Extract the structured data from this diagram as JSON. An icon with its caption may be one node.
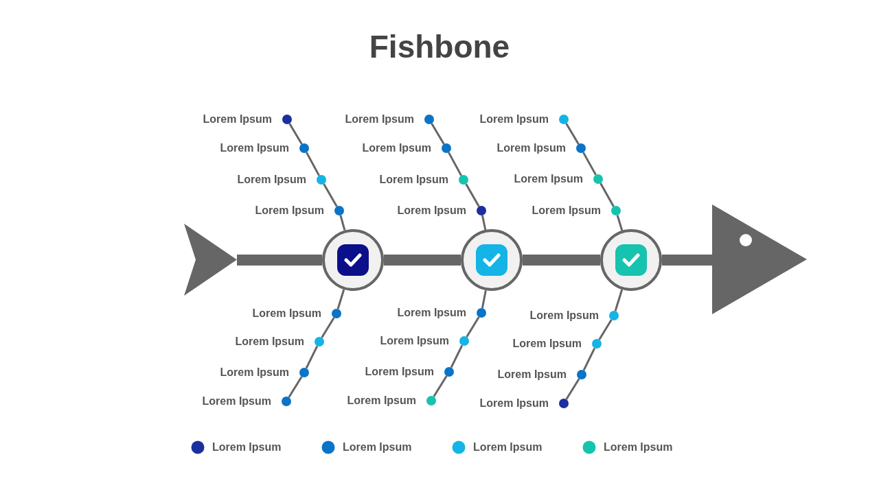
{
  "diagram": {
    "title": "Fishbone",
    "nodes": [
      {
        "text": [],
        "shape": "triangle"
      },
      {
        "text": [],
        "shape": "circle"
      },
      {
        "text": [],
        "shape": "circle"
      },
      {
        "text": [],
        "shape": "circle"
      },
      {
        "text": [],
        "shape": "triangle"
      },
      {
        "text": [
          "Lorem Ipsum"
        ]
      },
      {
        "text": [
          "Lorem Ipsum"
        ]
      },
      {
        "text": [
          "Lorem Ipsum"
        ]
      },
      {
        "text": [
          "Lorem Ipsum"
        ]
      },
      {
        "text": [
          "Lorem Ipsum"
        ]
      },
      {
        "text": [
          "Lorem Ipsum"
        ]
      },
      {
        "text": [
          "Lorem Ipsum"
        ]
      },
      {
        "text": [
          "Lorem Ipsum"
        ]
      },
      {
        "text": [
          "Lorem Ipsum"
        ]
      },
      {
        "text": [
          "Lorem Ipsum"
        ]
      },
      {
        "text": [
          "Lorem Ipsum"
        ]
      },
      {
        "text": [
          "Lorem Ipsum"
        ]
      },
      {
        "text": [
          "Lorem Ipsum"
        ]
      },
      {
        "text": [
          "Lorem Ipsum"
        ]
      },
      {
        "text": [
          "Lorem Ipsum"
        ]
      },
      {
        "text": [
          "Lorem Ipsum"
        ]
      },
      {
        "text": [
          "Lorem Ipsum"
        ]
      },
      {
        "text": [
          "Lorem Ipsum"
        ]
      },
      {
        "text": [
          "Lorem Ipsum"
        ]
      },
      {
        "text": [
          "Lorem Ipsum"
        ]
      },
      {
        "text": [
          "Lorem Ipsum"
        ]
      },
      {
        "text": [
          "Lorem Ipsum"
        ]
      },
      {
        "text": [
          "Lorem Ipsum"
        ]
      },
      {
        "text": [
          "Lorem Ipsum"
        ]
      }
    ],
    "edges": [
      {
        "from": 0,
        "to": 1,
        "arrow": "none",
        "style": "thick"
      },
      {
        "from": 1,
        "to": 2,
        "arrow": "none",
        "style": "thick"
      },
      {
        "from": 2,
        "to": 3,
        "arrow": "none",
        "style": "thick"
      },
      {
        "from": 3,
        "to": 4,
        "arrow": "none",
        "style": "thick"
      },
      {
        "from": 1,
        "to": 14,
        "arrow": "none"
      },
      {
        "from": 14,
        "to": 11,
        "arrow": "none"
      },
      {
        "from": 11,
        "to": 8,
        "arrow": "none"
      },
      {
        "from": 8,
        "to": 5,
        "arrow": "none"
      },
      {
        "from": 2,
        "to": 15,
        "arrow": "none"
      },
      {
        "from": 15,
        "to": 12,
        "arrow": "none"
      },
      {
        "from": 12,
        "to": 9,
        "arrow": "none"
      },
      {
        "from": 9,
        "to": 6,
        "arrow": "none"
      },
      {
        "from": 3,
        "to": 16,
        "arrow": "none"
      },
      {
        "from": 16,
        "to": 13,
        "arrow": "none"
      },
      {
        "from": 13,
        "to": 10,
        "arrow": "none"
      },
      {
        "from": 10,
        "to": 7,
        "arrow": "none"
      },
      {
        "from": 1,
        "to": 17,
        "arrow": "none"
      },
      {
        "from": 17,
        "to": 20,
        "arrow": "none"
      },
      {
        "from": 20,
        "to": 23,
        "arrow": "none"
      },
      {
        "from": 23,
        "to": 26,
        "arrow": "none"
      },
      {
        "from": 2,
        "to": 18,
        "arrow": "none"
      },
      {
        "from": 18,
        "to": 21,
        "arrow": "none"
      },
      {
        "from": 21,
        "to": 24,
        "arrow": "none"
      },
      {
        "from": 24,
        "to": 27,
        "arrow": "none"
      },
      {
        "from": 3,
        "to": 19,
        "arrow": "none"
      },
      {
        "from": 19,
        "to": 22,
        "arrow": "none"
      },
      {
        "from": 22,
        "to": 25,
        "arrow": "none"
      },
      {
        "from": 25,
        "to": 28,
        "arrow": "none"
      }
    ],
    "legend": [
      {
        "text": "Lorem Ipsum",
        "color": "#1b2f9f"
      },
      {
        "text": "Lorem Ipsum",
        "color": "#0a74c8"
      },
      {
        "text": "Lorem Ipsum",
        "color": "#14b4e6"
      },
      {
        "text": "Lorem Ipsum",
        "color": "#16c3ae"
      }
    ]
  }
}
